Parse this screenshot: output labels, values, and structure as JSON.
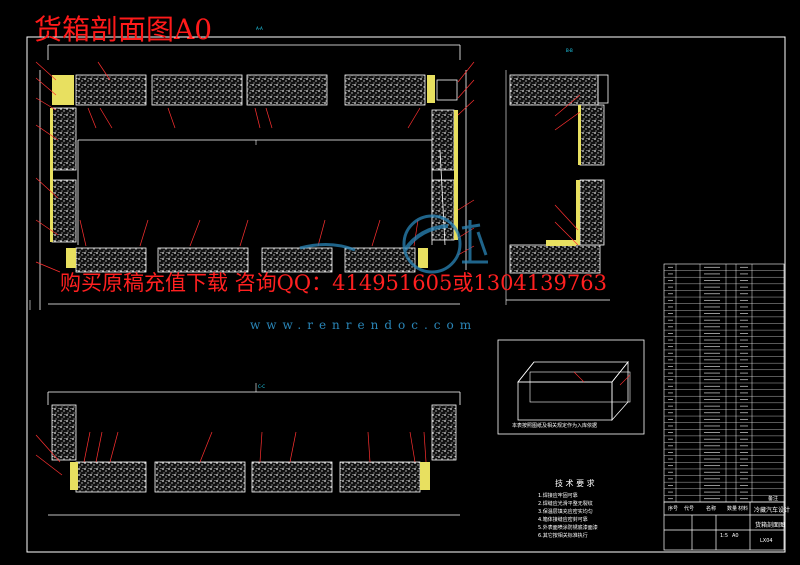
{
  "title": "货箱剖面图A0",
  "promo": "购买原稿充值下载 咨询QQ：414951605或1304139763",
  "watermark": "www.renrendoc.com",
  "section_labels": [
    "A-A",
    "B-B",
    "C-C"
  ],
  "caption": "本表按照图纸及相关规定作为入库依据",
  "tech_requirements": {
    "title": "技 术 要 求",
    "items": [
      "1.焊接应牢固可靠",
      "2.焊缝应光滑平整无裂纹",
      "3.保温层填充应密实均匀",
      "4.箱体接缝应密封可靠",
      "5.外表面喷涂防锈底漆面漆",
      "6.其它按相关标准执行"
    ]
  },
  "title_block": {
    "drawing_name": "货箱剖面图",
    "project": "冷藏汽车设计",
    "scale": "1:5",
    "sheet": "A0",
    "code": "LX04",
    "headers": [
      "序号",
      "代号",
      "名称",
      "数量",
      "材料",
      "备注"
    ]
  },
  "colors": {
    "background": "#000000",
    "lines": "#ffffff",
    "insulation": "#e8e060",
    "foam": "#dcdcdc",
    "leaders": "#ff3030",
    "title": "#ff1a1a",
    "watermark": "#2a86b8"
  }
}
